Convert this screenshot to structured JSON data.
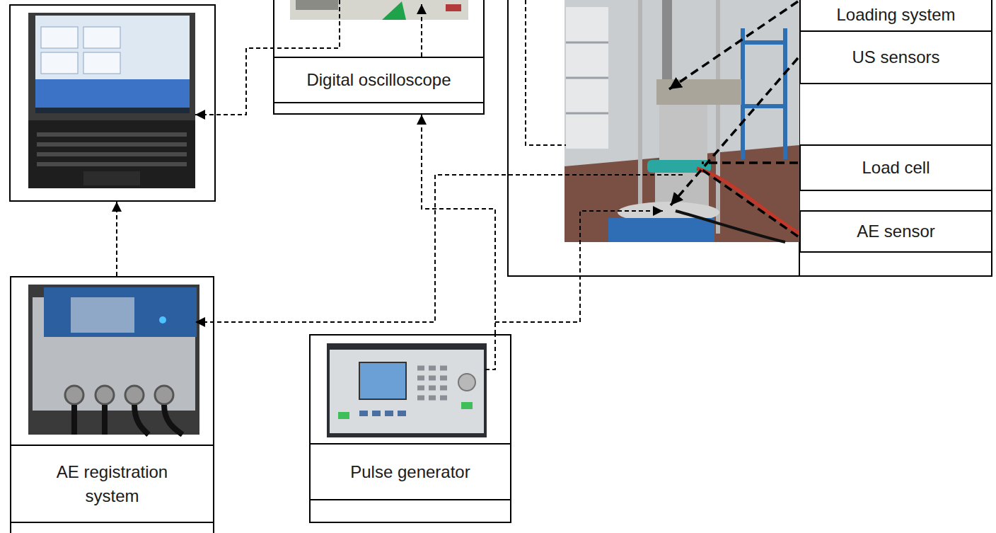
{
  "diagram": {
    "nodes": [
      {
        "text": [
          "Digital oscilloscope"
        ]
      },
      {
        "text": [
          "Loading system"
        ]
      },
      {
        "text": [
          "US sensors"
        ]
      },
      {
        "text": [
          "Load cell"
        ]
      },
      {
        "text": [
          "AE sensor"
        ]
      },
      {
        "text": [
          "AE registration system"
        ]
      },
      {
        "text": [
          "Pulse generator"
        ]
      }
    ],
    "edges": [
      {
        "from": 6,
        "to": 0,
        "arrow": "to"
      }
    ]
  }
}
